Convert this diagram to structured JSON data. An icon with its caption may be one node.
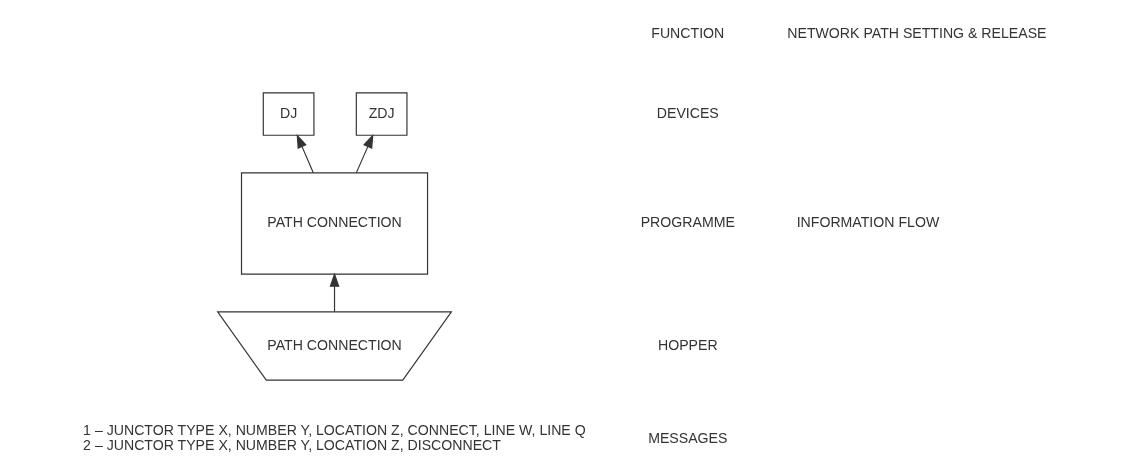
{
  "diagram": {
    "nodes": [
      {
        "text": [
          "DJ"
        ]
      },
      {
        "text": [
          "ZDJ"
        ]
      },
      {
        "text": [
          "PATH CONNECTION"
        ]
      },
      {
        "text": [
          "PATH CONNECTION"
        ]
      }
    ],
    "edges": [
      {
        "from": 2,
        "to": 0,
        "arrow": "to"
      },
      {
        "from": 2,
        "to": 1,
        "arrow": "to"
      },
      {
        "from": 3,
        "to": 2,
        "arrow": "to"
      }
    ],
    "labels": [
      "INFORMATION FLOW",
      "FUNCTION",
      "NETWORK PATH SETTING & RELEASE",
      "DEVICES",
      "PROGRAMME",
      "HOPPER",
      "MESSAGES",
      "1 – JUNCTOR TYPE X, NUMBER Y, LOCATION Z, CONNECT, LINE W, LINE Q",
      "2 – JUNCTOR TYPE X, NUMBER Y, LOCATION Z, DISCONNECT"
    ]
  }
}
